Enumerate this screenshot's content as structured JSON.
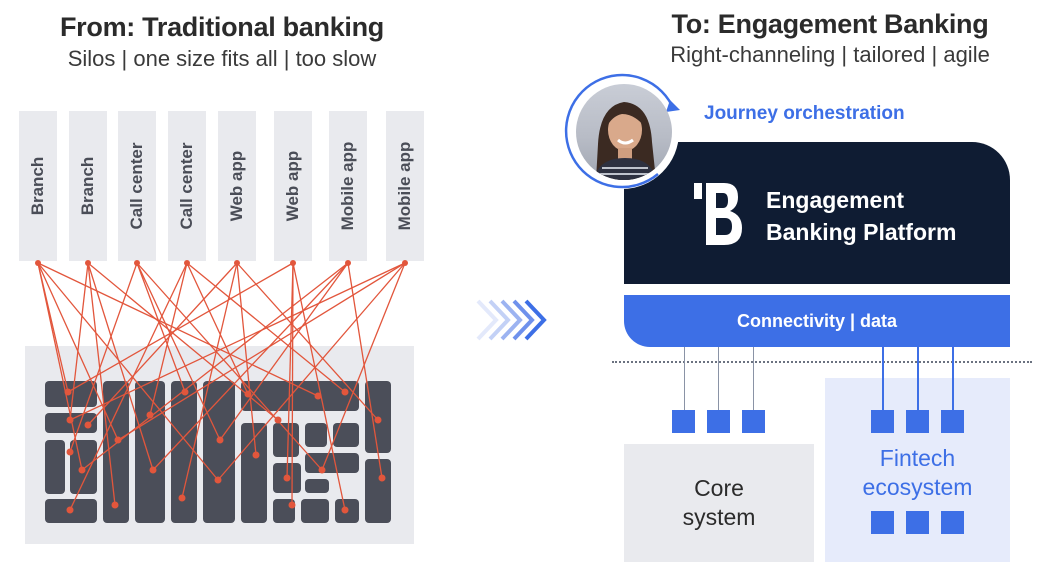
{
  "left": {
    "title": "From: Traditional banking",
    "subtitle": "Silos | one size fits all | too slow",
    "channels": [
      "Branch",
      "Branch",
      "Call center",
      "Call center",
      "Web app",
      "Web app",
      "Mobile app",
      "Mobile app"
    ]
  },
  "right": {
    "title": "To: Engagement Banking",
    "subtitle": "Right-channeling | tailored | agile",
    "journey_label": "Journey orchestration",
    "platform_name_line1": "Engagement",
    "platform_name_line2": "Banking Platform",
    "connectivity_label": "Connectivity | data",
    "core_line1": "Core",
    "core_line2": "system",
    "fintech_line1": "Fintech",
    "fintech_line2": "ecosystem"
  },
  "colors": {
    "accent_blue": "#3d6fe6",
    "navy": "#0f1c33",
    "spaghetti_red": "#e2563c",
    "legacy_block": "#4b4e59",
    "panel_gray": "#e9eaee"
  },
  "icons": [
    "brand-b-logo-icon",
    "customer-avatar-icon",
    "orchestration-arrow-icon",
    "transition-chevrons-icon"
  ]
}
